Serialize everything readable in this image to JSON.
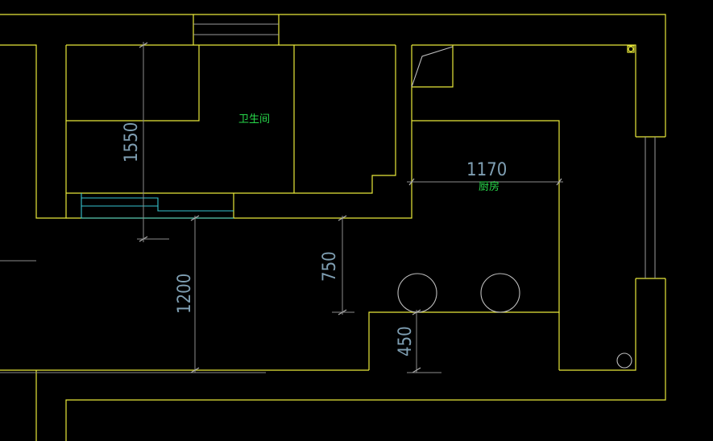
{
  "rooms": {
    "bathroom": "卫生间",
    "kitchen": "厨房"
  },
  "dimensions": {
    "d1550": "1550",
    "d1170": "1170",
    "d750": "750",
    "d1200": "1200",
    "d450": "450"
  },
  "colors": {
    "background": "#000000",
    "walls": "#e8e83a",
    "dimension_lines": "#8c8c8c",
    "dimension_text": "#7f9fb3",
    "room_labels": "#27d84a",
    "cyan_detail": "#36c3cf"
  }
}
